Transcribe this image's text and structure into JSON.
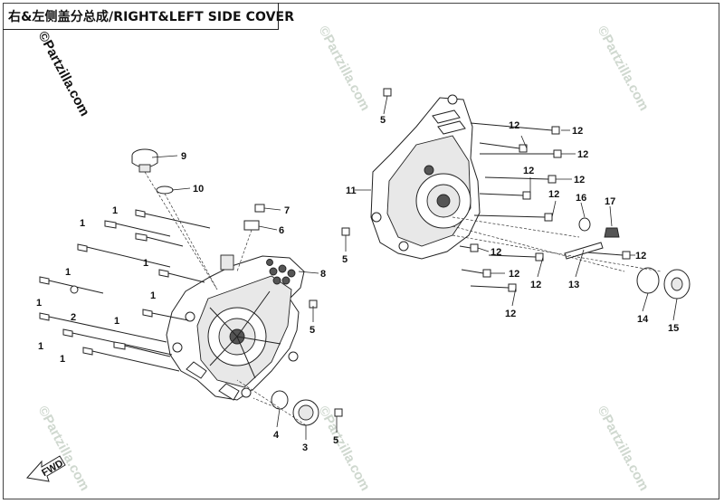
{
  "title": "右&左侧盖分总成/RIGHT&LEFT SIDE COVER",
  "watermark": "©Partzilla.com",
  "fwd_label": "FWD",
  "callouts": {
    "c1a": "1",
    "c1b": "1",
    "c1c": "1",
    "c1d": "1",
    "c1e": "1",
    "c1f": "1",
    "c1g": "1",
    "c1h": "1",
    "c1i": "1",
    "c2": "2",
    "c3": "3",
    "c4": "4",
    "c5a": "5",
    "c5b": "5",
    "c5c": "5",
    "c5d": "5",
    "c6": "6",
    "c7": "7",
    "c8": "8",
    "c9": "9",
    "c10": "10",
    "c11": "11",
    "c12a": "12",
    "c12b": "12",
    "c12c": "12",
    "c12d": "12",
    "c12e": "12",
    "c12f": "12",
    "c12g": "12",
    "c12h": "12",
    "c12i": "12",
    "c12j": "12",
    "c12k": "12",
    "c13": "13",
    "c14": "14",
    "c15": "15",
    "c16": "16",
    "c17": "17"
  }
}
